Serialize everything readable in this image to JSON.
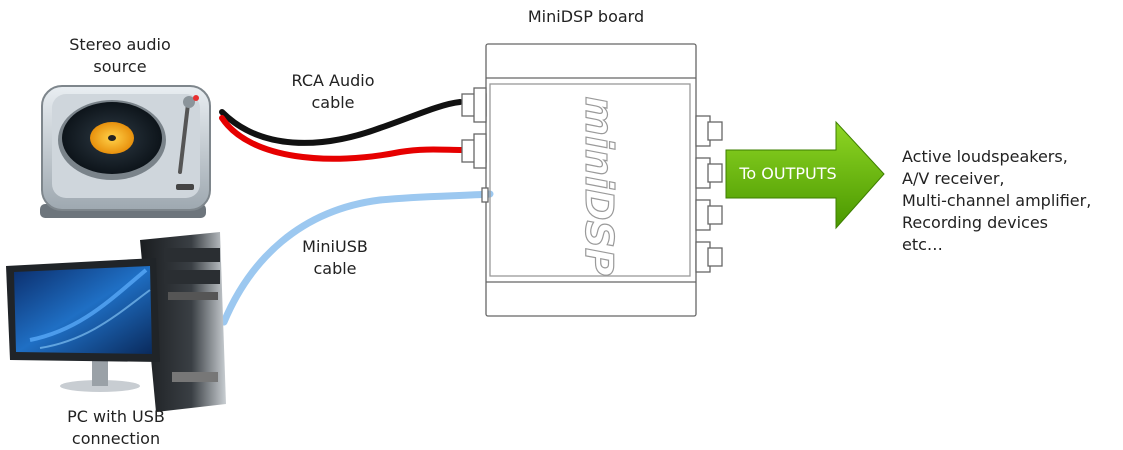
{
  "labels": {
    "board": "MiniDSP board",
    "source": "Stereo audio\nsource",
    "rca": "RCA Audio\ncable",
    "usb": "MiniUSB\ncable",
    "pc": "PC with USB\nconnection",
    "board_logo": "miniDSP",
    "arrow": "To OUTPUTS"
  },
  "outputs": [
    "Active loudspeakers,",
    "A/V receiver,",
    "Multi-channel amplifier,",
    "Recording devices",
    "etc…"
  ],
  "colors": {
    "rca_black": "#111111",
    "rca_red": "#e60000",
    "usb_cable": "#9cc8f0",
    "arrow_fill": "#66bb00",
    "board_outline": "#666666"
  },
  "icons": {
    "source": "turntable-icon",
    "pc": "desktop-computer-icon"
  }
}
